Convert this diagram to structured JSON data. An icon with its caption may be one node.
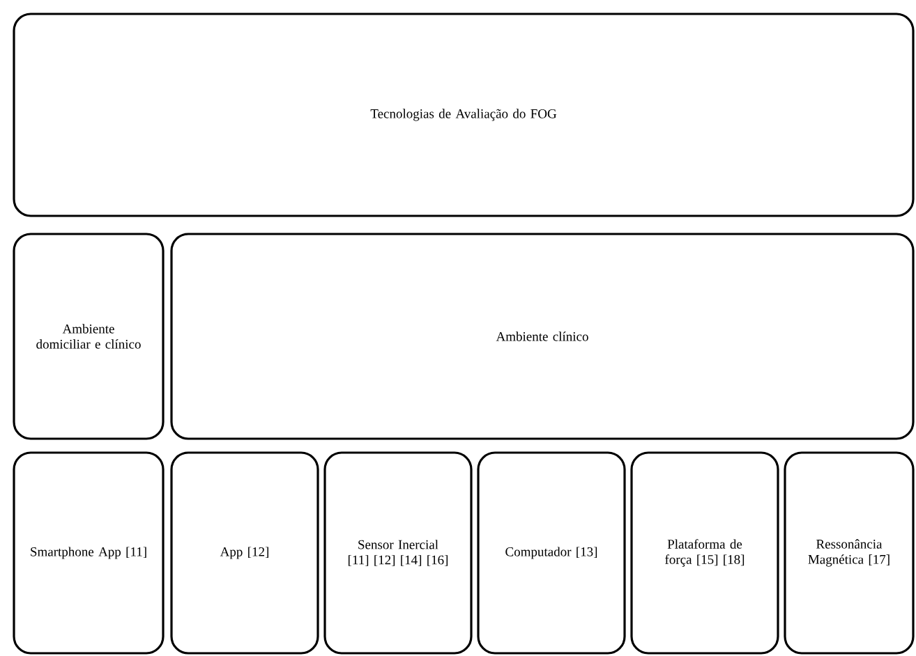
{
  "diagram": {
    "nodes": [
      {
        "text": [
          "Tecnologias de Avaliação do FOG"
        ]
      },
      {
        "text": [
          "Ambiente domiciliar e clínico"
        ]
      },
      {
        "text": [
          "Ambiente clínico"
        ]
      },
      {
        "text": [
          "Smartphone App [11]"
        ]
      },
      {
        "text": [
          "App [12]"
        ]
      },
      {
        "text": [
          "Sensor Inercial [11] [12] [14] [16]"
        ]
      },
      {
        "text": [
          "Computador [13]"
        ]
      },
      {
        "text": [
          "Plataforma de força [15] [18]"
        ]
      },
      {
        "text": [
          "Ressonância Magnética [17]"
        ]
      }
    ]
  }
}
